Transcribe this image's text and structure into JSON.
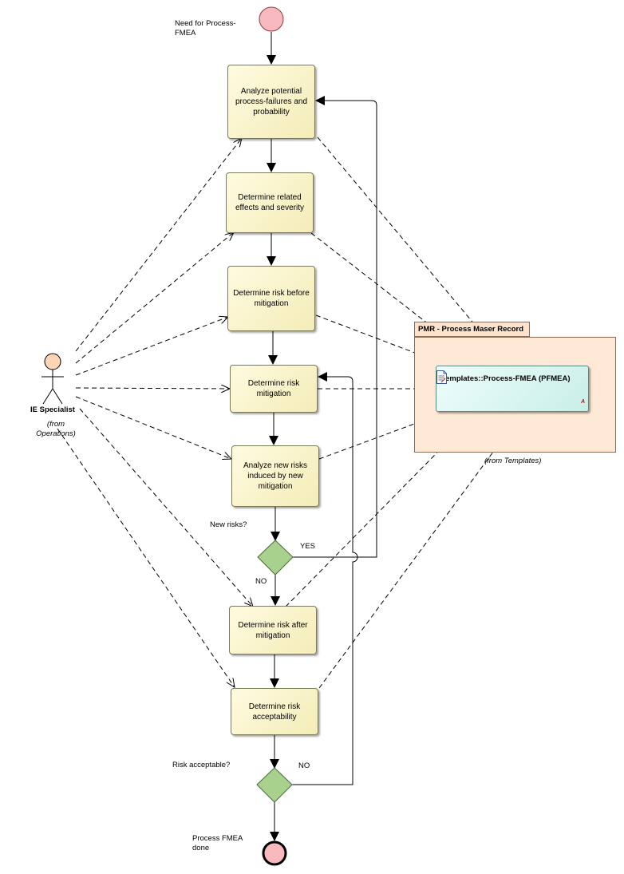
{
  "start_label": "Need for Process-FMEA",
  "end_label": "Process FMEA done",
  "activities": {
    "analyze_failures": "Analyze potential process-failures and probability",
    "effects_severity": "Determine related effects and severity",
    "risk_before": "Determine risk before mitigation",
    "risk_mitigation": "Determine risk mitigation",
    "new_risks": "Analyze new risks induced by new mitigation",
    "risk_after": "Determine risk after mitigation",
    "acceptability": "Determine risk acceptability"
  },
  "decisions": {
    "new_risks_label": "New risks?",
    "new_risks_yes": "YES",
    "new_risks_no": "NO",
    "acceptable_label": "Risk acceptable?",
    "acceptable_no": "NO"
  },
  "actor": {
    "name": "IE Specialist",
    "origin": "(from Operations)"
  },
  "package": {
    "name": "PMR - Process Maser Record",
    "artifact": "Templates::Process-FMEA (PFMEA)",
    "artifact_origin": "(from Templates)",
    "artifact_marker": "A"
  },
  "colors": {
    "activity_fill": "#f4ecb8",
    "start_fill": "#f7b9bd",
    "decision_fill": "#a9d18e",
    "package_fill": "#fde9d6",
    "artifact_fill": "#c8efe8",
    "actor_fill": "#fbd5b5"
  },
  "icons": [
    "document-icon"
  ]
}
